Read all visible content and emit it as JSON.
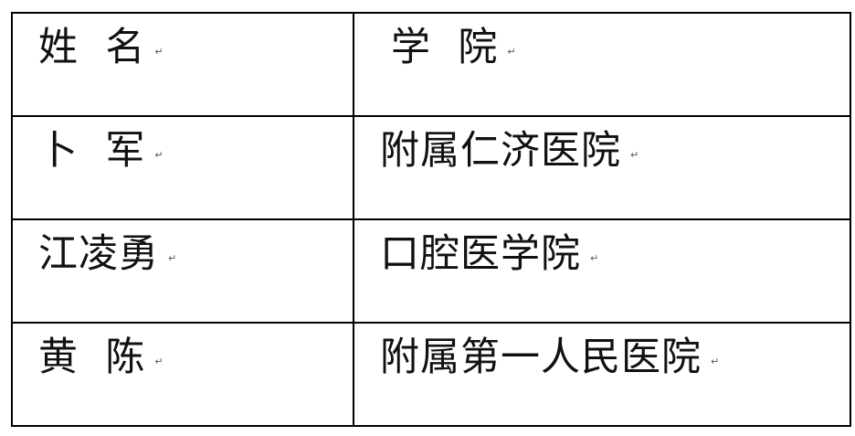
{
  "table": {
    "header": {
      "name": "姓  名",
      "college": "学  院",
      "paragraph_mark": "↵"
    },
    "rows": [
      {
        "name": "卜  军",
        "college": "附属仁济医院",
        "paragraph_mark": "↵"
      },
      {
        "name": "江凌勇",
        "college": "口腔医学院",
        "paragraph_mark": "↵"
      },
      {
        "name": "黄  陈",
        "college": "附属第一人民医院",
        "paragraph_mark": "↵"
      }
    ]
  },
  "colors": {
    "text": "#111111",
    "border": "#000000",
    "paragraph_mark": "#555555"
  }
}
